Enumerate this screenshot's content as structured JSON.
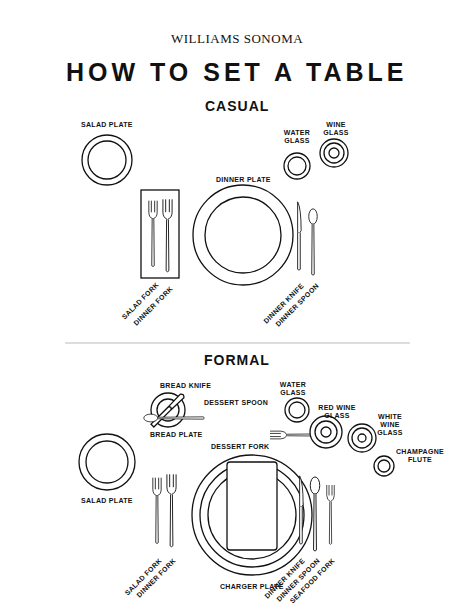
{
  "diagram": {
    "title": "HOW TO SET A TABLE",
    "labels": [
      "WILLIAMS SONOMA",
      "CASUAL",
      "SALAD PLATE",
      "WATER GLASS",
      "WINE GLASS",
      "DINNER PLATE",
      "SALAD FORK",
      "DINNER FORK",
      "DINNER KNIFE",
      "DINNER SPOON",
      "FORMAL",
      "BREAD KNIFE",
      "BREAD PLATE",
      "DESSERT SPOON",
      "DESSERT FORK",
      "WATER GLASS",
      "RED WINE GLASS",
      "WHITE WINE GLASS",
      "CHAMPAGNE FLUTE",
      "SALAD PLATE",
      "CHARGER PLATE",
      "SALAD FORK",
      "DINNER FORK",
      "DINNER KNIFE",
      "DINNER SPOON",
      "SEAFOOD FORK"
    ]
  }
}
